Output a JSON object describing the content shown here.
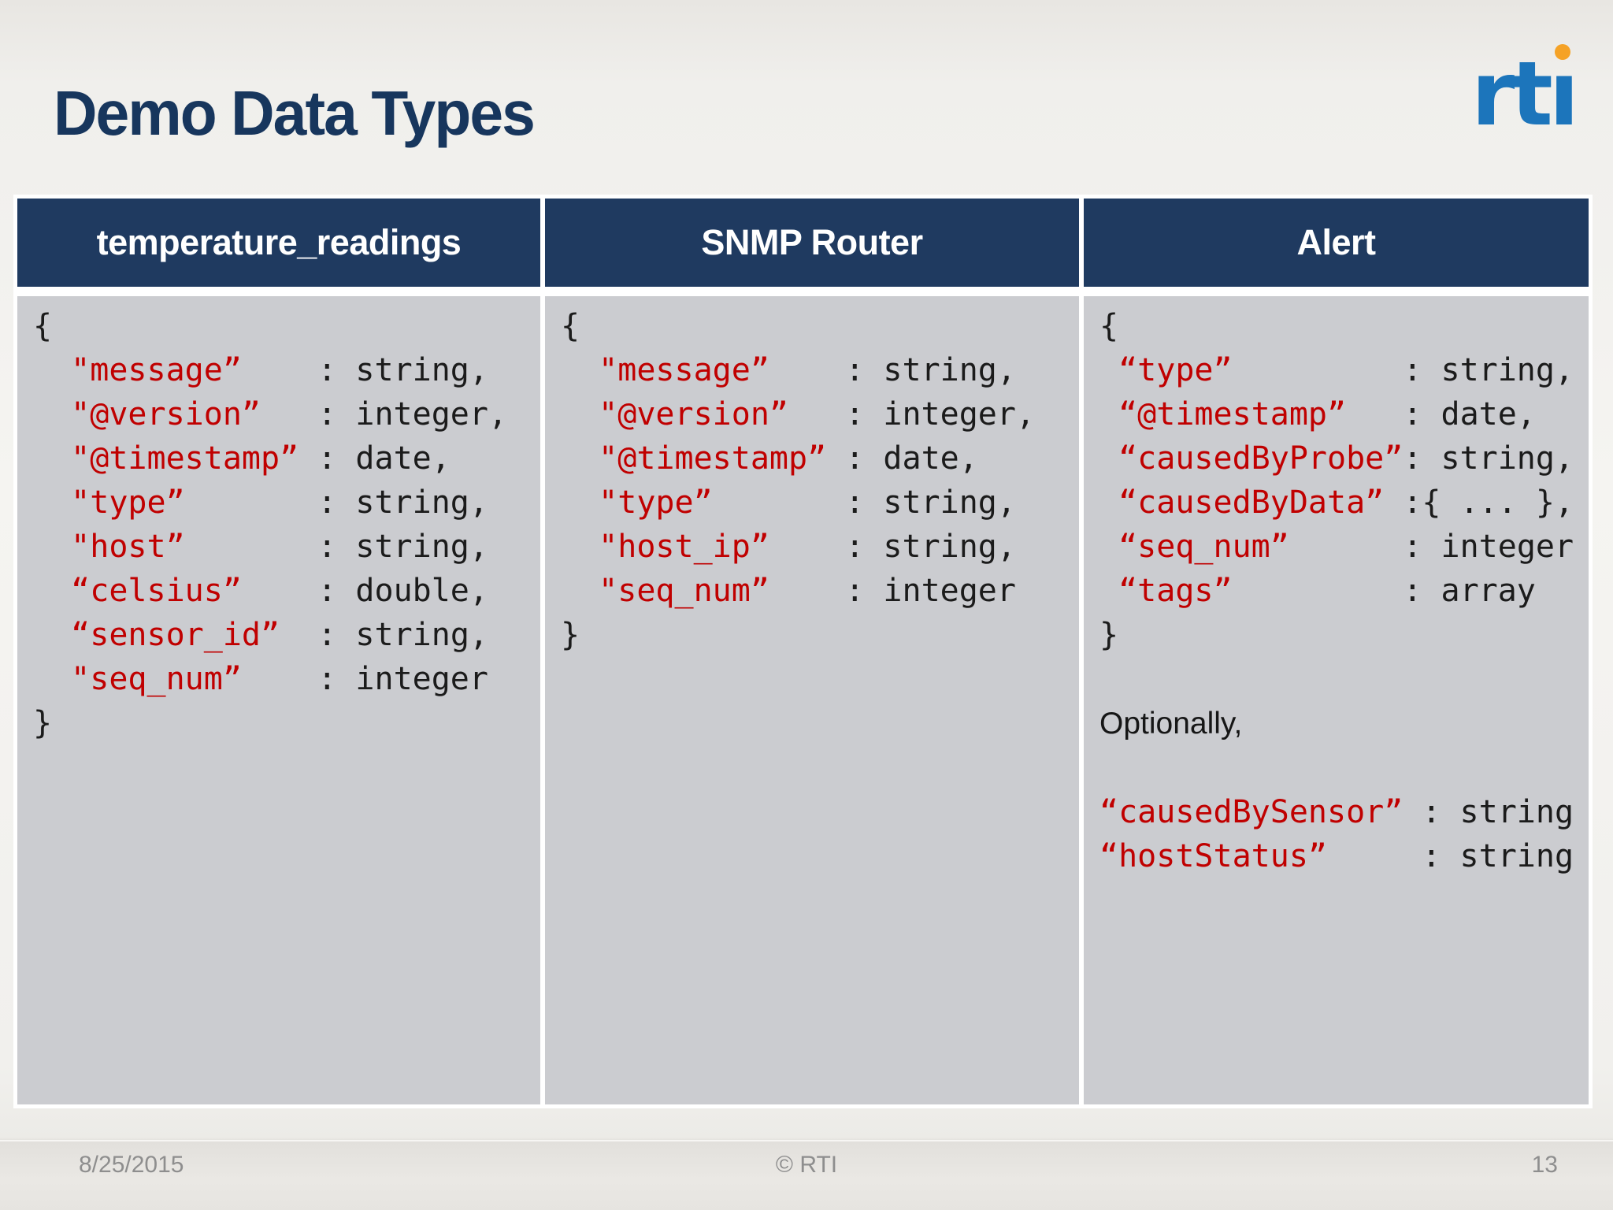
{
  "title": "Demo Data Types",
  "logo": {
    "brand": "rti",
    "letters": "rtı",
    "blue": "#1c75bb",
    "orange": "#f5a226"
  },
  "colors": {
    "title_navy": "#17365d",
    "header_bg": "#1f3a60",
    "cell_bg": "#cbccd0",
    "key_red": "#c00000",
    "type_black": "#1b1b1b"
  },
  "footer": {
    "date": "8/25/2015",
    "copyright": "© RTI",
    "page": "13"
  },
  "table": {
    "columns": [
      {
        "header": "temperature_readings",
        "lines": [
          [
            [
              "plain",
              "{"
            ]
          ],
          [
            [
              "red",
              "  \"message”"
            ],
            [
              "plain",
              "    : string,"
            ]
          ],
          [
            [
              "red",
              "  \"@version”"
            ],
            [
              "plain",
              "   : integer,"
            ]
          ],
          [
            [
              "red",
              "  \"@timestamp”"
            ],
            [
              "plain",
              " : date,"
            ]
          ],
          [
            [
              "red",
              "  \"type”"
            ],
            [
              "plain",
              "       : string,"
            ]
          ],
          [
            [
              "red",
              "  \"host”"
            ],
            [
              "plain",
              "       : string,"
            ]
          ],
          [
            [
              "red",
              "  “celsius”"
            ],
            [
              "plain",
              "    : double,"
            ]
          ],
          [
            [
              "red",
              "  “sensor_id”"
            ],
            [
              "plain",
              "  : string,"
            ]
          ],
          [
            [
              "red",
              "  \"seq_num”"
            ],
            [
              "plain",
              "    : integer"
            ]
          ],
          [
            [
              "plain",
              "}"
            ]
          ]
        ]
      },
      {
        "header": "SNMP Router",
        "lines": [
          [
            [
              "plain",
              "{"
            ]
          ],
          [
            [
              "red",
              "  \"message”"
            ],
            [
              "plain",
              "    : string,"
            ]
          ],
          [
            [
              "red",
              "  \"@version”"
            ],
            [
              "plain",
              "   : integer,"
            ]
          ],
          [
            [
              "red",
              "  \"@timestamp”"
            ],
            [
              "plain",
              " : date,"
            ]
          ],
          [
            [
              "red",
              "  \"type”"
            ],
            [
              "plain",
              "       : string,"
            ]
          ],
          [
            [
              "red",
              "  \"host_ip”"
            ],
            [
              "plain",
              "    : string,"
            ]
          ],
          [
            [
              "red",
              "  \"seq_num”"
            ],
            [
              "plain",
              "    : integer"
            ]
          ],
          [
            [
              "plain",
              "}"
            ]
          ]
        ]
      },
      {
        "header": "Alert",
        "lines": [
          [
            [
              "plain",
              "{"
            ]
          ],
          [
            [
              "red",
              " “type”"
            ],
            [
              "plain",
              "         : string,"
            ]
          ],
          [
            [
              "red",
              " “@timestamp”"
            ],
            [
              "plain",
              "   : date,"
            ]
          ],
          [
            [
              "red",
              " “causedByProbe”"
            ],
            [
              "plain",
              ": string,"
            ]
          ],
          [
            [
              "red",
              " “causedByData”"
            ],
            [
              "plain",
              " :{ ... },"
            ]
          ],
          [
            [
              "red",
              " “seq_num”"
            ],
            [
              "plain",
              "      : integer"
            ]
          ],
          [
            [
              "red",
              " “tags”"
            ],
            [
              "plain",
              "         : array"
            ]
          ],
          [
            [
              "plain",
              "}"
            ]
          ],
          [
            [
              "plain",
              ""
            ]
          ],
          [
            [
              "sans",
              "Optionally,"
            ]
          ],
          [
            [
              "plain",
              ""
            ]
          ],
          [
            [
              "red",
              "“causedBySensor”"
            ],
            [
              "plain",
              " : string"
            ]
          ],
          [
            [
              "red",
              "“hostStatus”"
            ],
            [
              "plain",
              "     : string"
            ]
          ]
        ]
      }
    ]
  }
}
